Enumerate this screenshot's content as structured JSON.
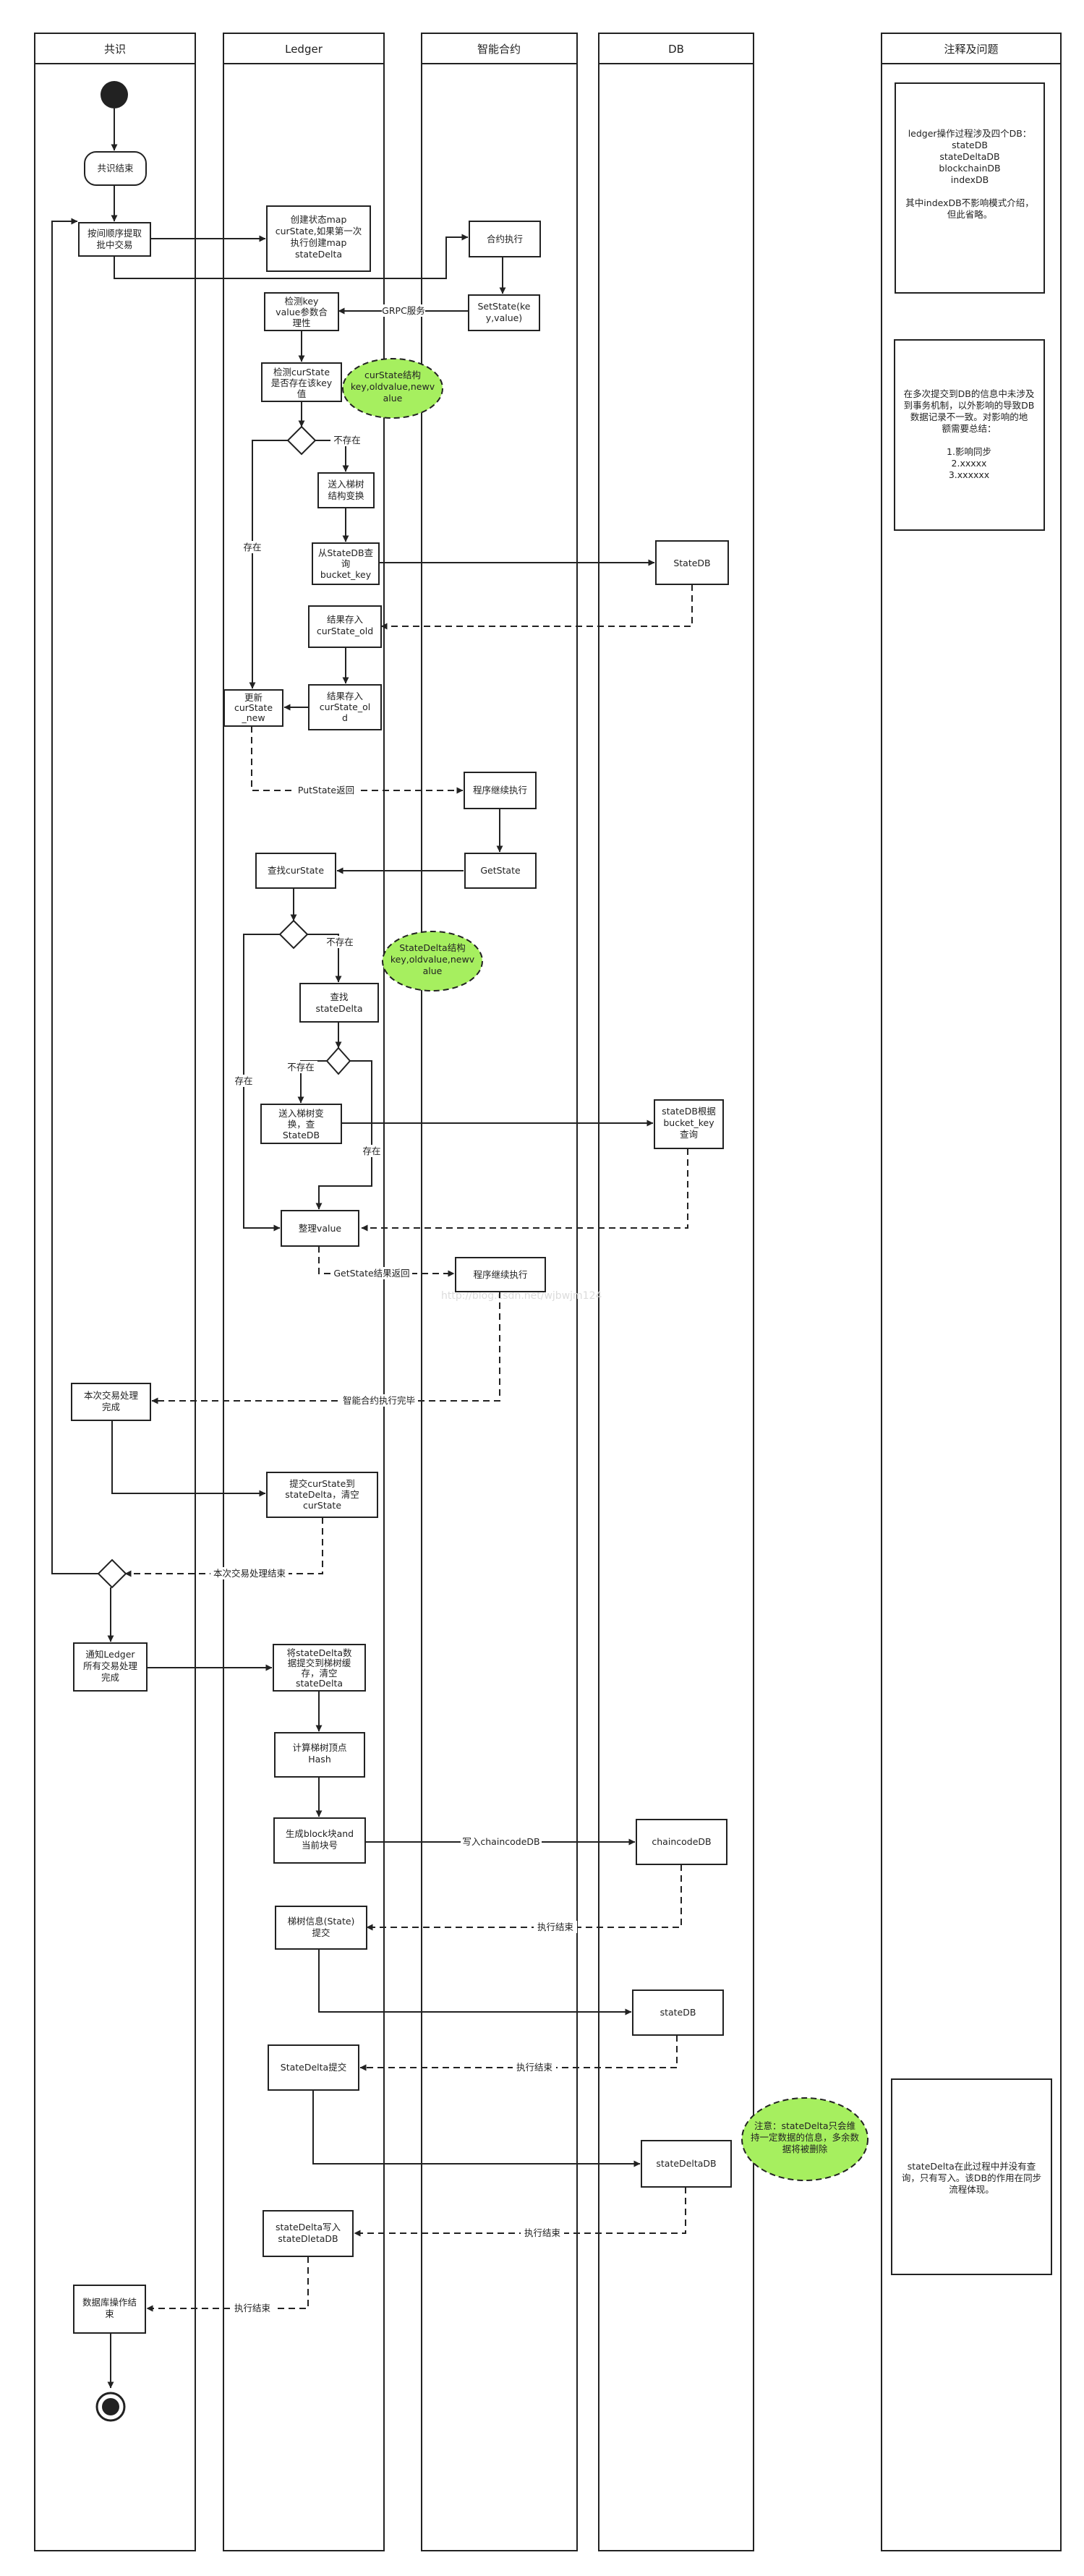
{
  "lanes": {
    "consensus": "共识",
    "ledger": "Ledger",
    "contract": "智能合约",
    "db": "DB",
    "notes": "注释及问题"
  },
  "nodes": {
    "consensus_end": "共识结束",
    "fetch_tx": [
      "按间顺序提取",
      "批中交易"
    ],
    "create_map": [
      "创建状态map",
      "curState,如果第一次",
      "执行创建map",
      "stateDelta"
    ],
    "contract_exec": "合约执行",
    "set_state": [
      "SetState(ke",
      "y,value)"
    ],
    "check_key": [
      "检测key",
      "value参数合",
      "理性"
    ],
    "check_curstate": [
      "检测curState",
      "是否存在该key",
      "值"
    ],
    "to_tree_key": [
      "送入梯树",
      "结构变换"
    ],
    "query_statedb": [
      "从StateDB查",
      "询",
      "bucket_key"
    ],
    "statedb1": "StateDB",
    "save_old_1": [
      "结果存入",
      "curState_old"
    ],
    "save_old_2": [
      "结果存入",
      "curState_ol",
      "d"
    ],
    "update_new": [
      "更新",
      "curState",
      "_new"
    ],
    "continue_exec_1": "程序继续执行",
    "get_state": "GetState",
    "find_curstate": "查找curState",
    "find_delta": [
      "查找",
      "stateDelta"
    ],
    "to_tree_query": [
      "送入梯树变",
      "换，查",
      "StateDB"
    ],
    "statedb_query": [
      "stateDB根据",
      "bucket_key",
      "查询"
    ],
    "organize_value": "整理value",
    "continue_exec_2": "程序继续执行",
    "tx_done": [
      "本次交易处理",
      "完成"
    ],
    "commit_curstate": [
      "提交curState到",
      "stateDelta，清空",
      "curState"
    ],
    "notify_ledger": [
      "通知Ledger",
      "所有交易处理",
      "完成"
    ],
    "submit_delta": [
      "将stateDelta数",
      "据提交到梯树缓",
      "存，清空",
      "stateDelta"
    ],
    "compute_hash": [
      "计算梯树顶点",
      "Hash"
    ],
    "gen_block": [
      "生成block块and",
      "当前块号"
    ],
    "chaincode_db": "chaincodeDB",
    "tree_commit": [
      "梯树信息(State)",
      "提交"
    ],
    "statedb2": "stateDB",
    "statedelta_commit": "StateDelta提交",
    "statedelta_db": "stateDeltaDB",
    "delta_write": [
      "stateDelta写入",
      "stateDletaDB"
    ],
    "db_done": [
      "数据库操作结",
      "束"
    ]
  },
  "edge_labels": {
    "grpc": "GRPC服务",
    "not_exist": "不存在",
    "exist": "存在",
    "putstate_return": "PutState返回",
    "getstate_return": "GetState结果返回",
    "contract_done": "智能合约执行完毕",
    "tx_end": "本次交易处理结束",
    "write_chaincode": "写入chaincodeDB",
    "exec_end": "执行结束"
  },
  "bubbles": {
    "curstate_struct": [
      "curState结构",
      "key,oldvalue,newv",
      "alue"
    ],
    "delta_struct": [
      "StateDelta结构",
      "key,oldvalue,newv",
      "alue"
    ],
    "delta_note": [
      "注意：stateDelta只会维",
      "持一定数据的信息，多余数",
      "据将被删除"
    ]
  },
  "notes": {
    "note1": [
      "ledger操作过程涉及四个DB：",
      "stateDB",
      "stateDeltaDB",
      "blockchainDB",
      "indexDB",
      "",
      "其中indexDB不影响模式介绍，",
      "但此省略。"
    ],
    "note2": [
      "在多次提交到DB的信息中未涉及",
      "到事务机制，以外影响的导致DB",
      "数据记录不一致。对影响的地",
      "额需要总结：",
      "",
      "1.影响同步",
      "2.xxxxx",
      "3.xxxxxx"
    ],
    "note3": [
      "stateDelta在此过程中并没有查",
      "询，只有写入。该DB的作用在同步",
      "流程体现。"
    ]
  },
  "watermark": "http://blog.csdn.net/wjbwjm124"
}
